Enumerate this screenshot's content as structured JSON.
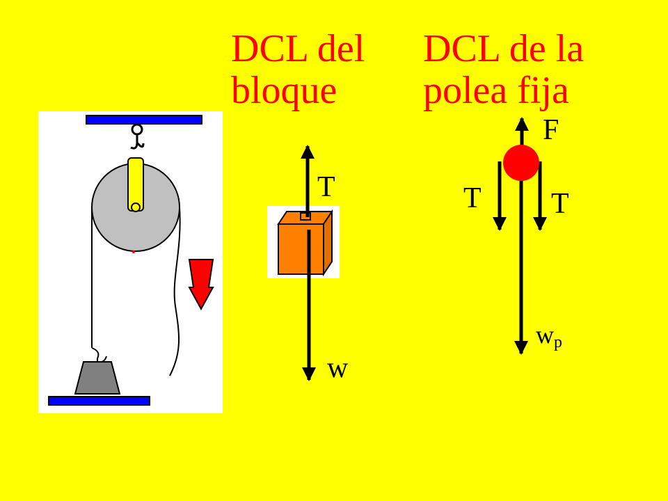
{
  "titles": {
    "block": "DCL del bloque",
    "pulley": "DCL de la polea fija"
  },
  "labels": {
    "block_tension": "T",
    "block_weight": "w",
    "pulley_force": "F",
    "pulley_tension_left": "T",
    "pulley_tension_right": "T",
    "pulley_weight_base": "w",
    "pulley_weight_sub": "p"
  },
  "colors": {
    "background": "#ffff00",
    "title": "#ff0000",
    "support_bar": "#0000ff",
    "pulley_disk": "#c0c0c0",
    "pulley_arm": "#ffff00",
    "block": "#ff8000",
    "mass": "#808080",
    "down_arrow": "#ff0000",
    "pulley_dot": "#ff0000",
    "arrows": "#000000"
  }
}
